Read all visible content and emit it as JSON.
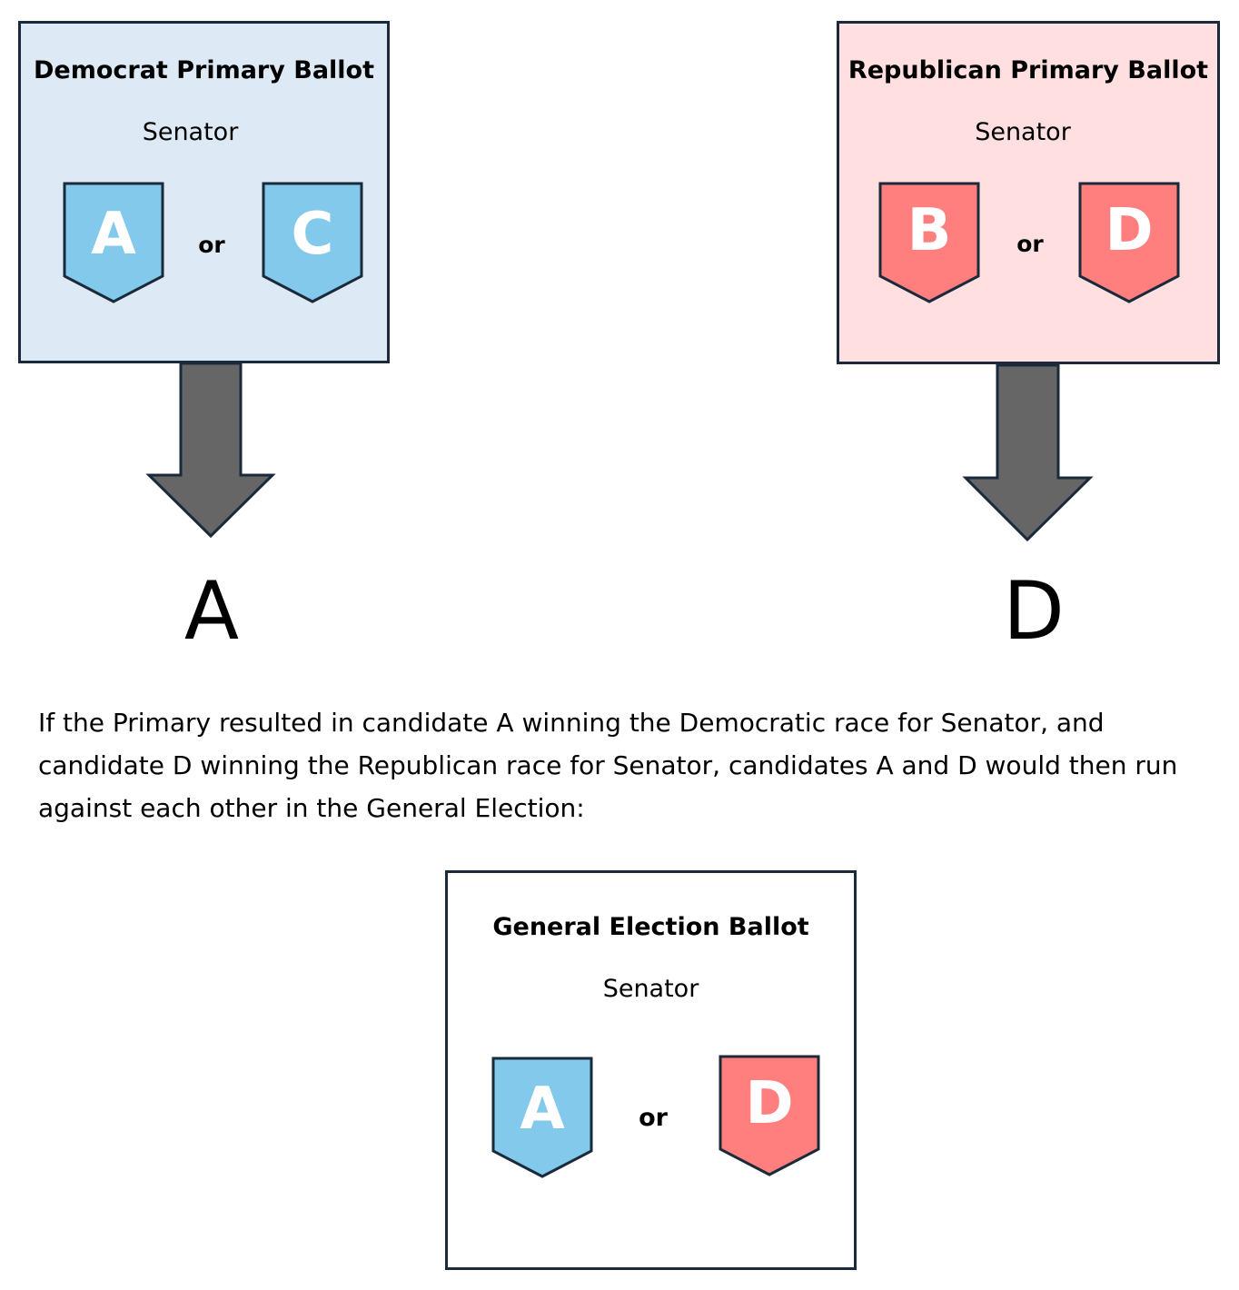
{
  "colors": {
    "democrat_fill": "#ddeaf6",
    "republican_fill": "#ffdfe0",
    "general_fill": "#ffffff",
    "blue_candidate": "#82c9ec",
    "red_candidate": "#ff7f7f",
    "arrow": "#666666",
    "border": "#1b2a3a"
  },
  "democrat_ballot": {
    "title": "Democrat Primary Ballot",
    "office": "Senator",
    "candidate_1": "A",
    "separator": "or",
    "candidate_2": "C"
  },
  "republican_ballot": {
    "title": "Republican Primary Ballot",
    "office": "Senator",
    "candidate_1": "B",
    "separator": "or",
    "candidate_2": "D"
  },
  "winners": {
    "democrat": "A",
    "republican": "D"
  },
  "explanation": "If the Primary resulted in candidate A winning the Democratic race for Senator, and candidate D winning the Republican race for Senator, candidates A and D would then run against each other in the General Election:",
  "general_ballot": {
    "title": "General Election Ballot",
    "office": "Senator",
    "candidate_1": "A",
    "separator": "or",
    "candidate_2": "D"
  }
}
